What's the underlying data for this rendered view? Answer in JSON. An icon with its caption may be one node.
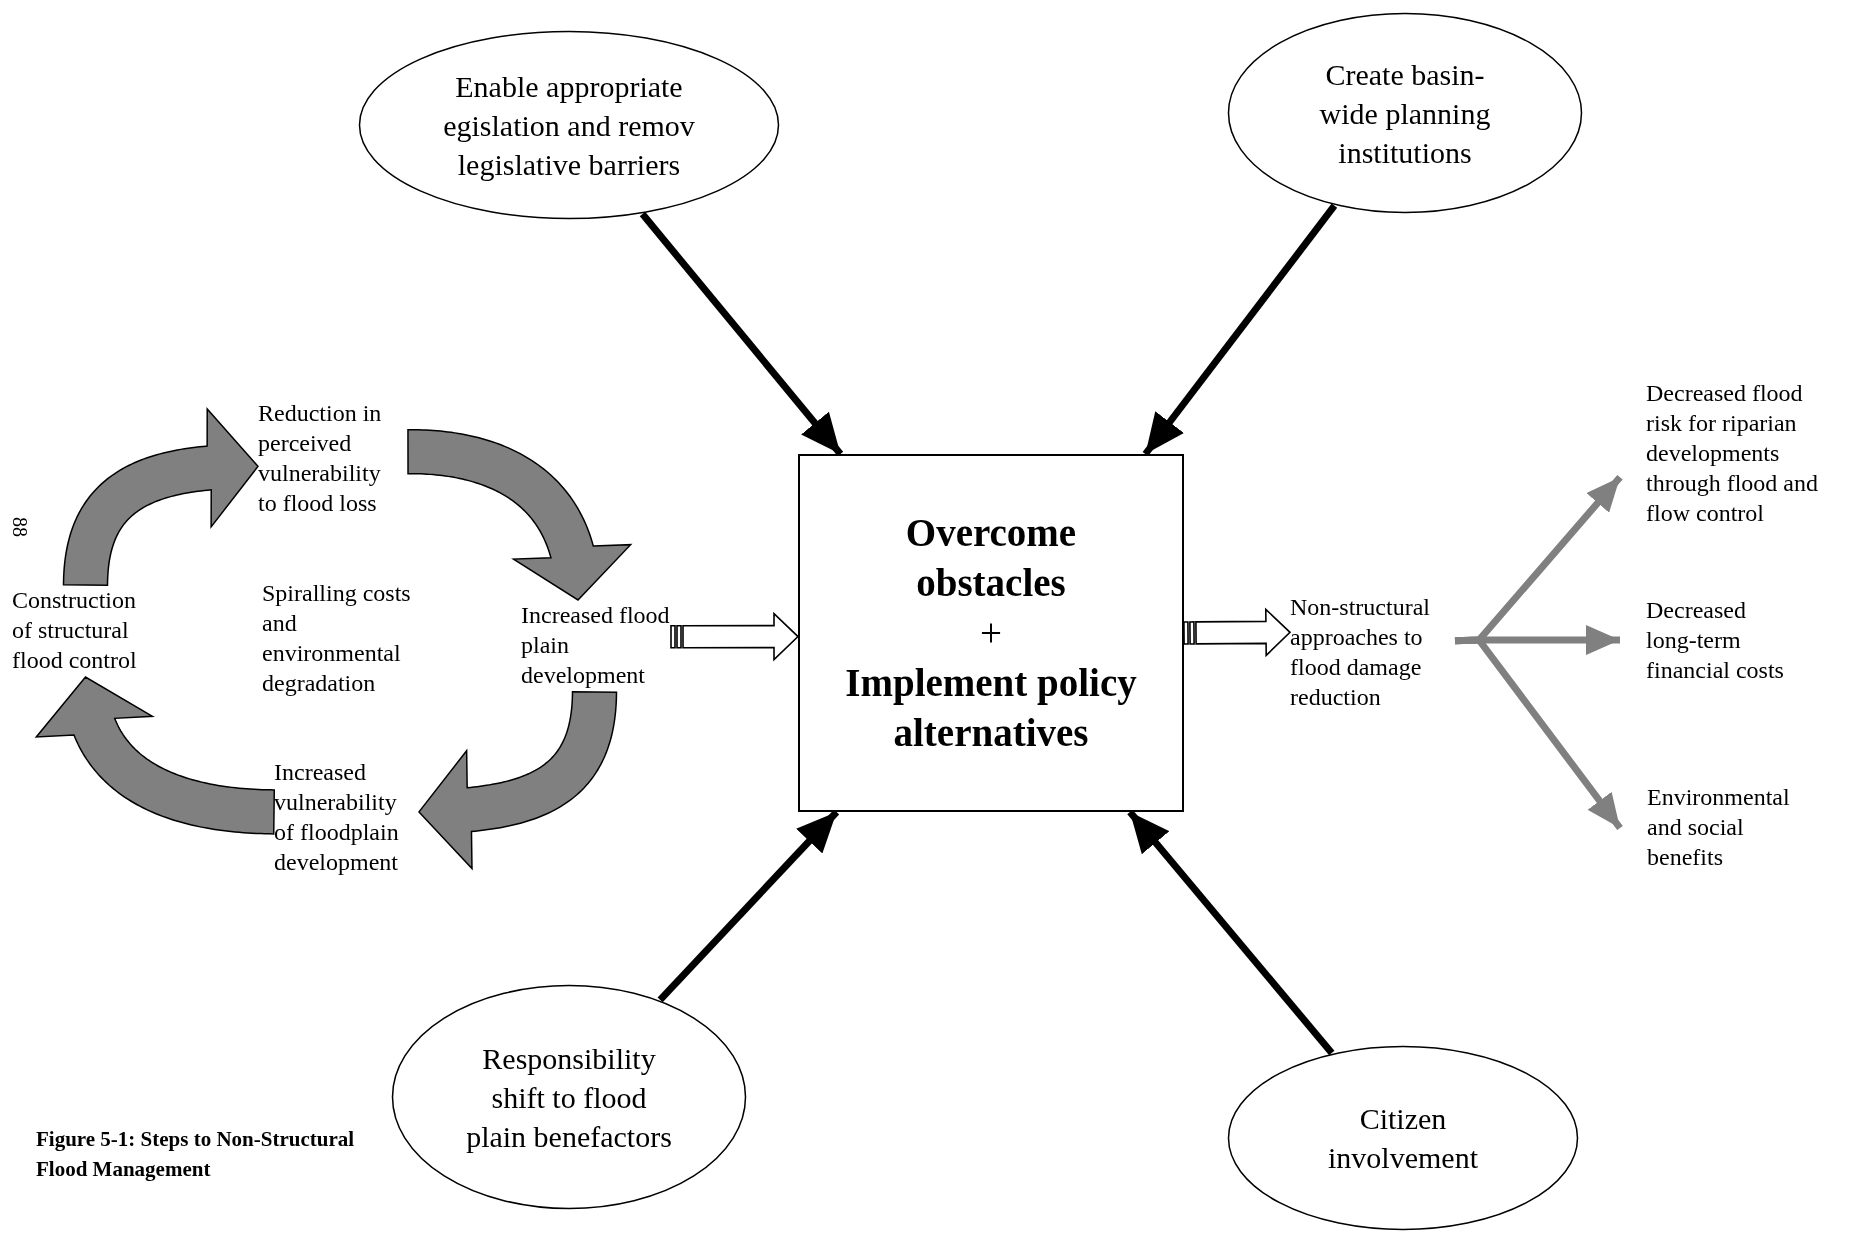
{
  "diagram": {
    "caption": "Figure 5-1: Steps to Non-Structural Flood Management",
    "nodes": [
      {
        "text": [
          "Enable appropriate egislation and remov legislative barriers"
        ]
      },
      {
        "text": [
          "Create basin- wide planning institutions"
        ]
      },
      {
        "text": [
          "Reduction in perceived vulnerability to flood loss"
        ]
      },
      {
        "text": [
          "Construction of structural flood control"
        ]
      },
      {
        "text": [
          "Increased flood plain development"
        ]
      },
      {
        "text": [
          "Increased vulnerability of floodplain development"
        ]
      },
      {
        "text": [
          "Overcome obstacles",
          "+",
          "Implement policy alternatives"
        ]
      },
      {
        "text": [
          "Non-structural approaches to flood damage reduction"
        ]
      },
      {
        "text": [
          "Decreased flood risk for riparian developments through flood and flow control"
        ]
      },
      {
        "text": [
          "Decreased long-term financial costs"
        ]
      },
      {
        "text": [
          "Environmental and social benefits"
        ]
      },
      {
        "text": [
          "Responsibility shift to flood plain benefactors"
        ]
      },
      {
        "text": [
          "Citizen involvement"
        ]
      }
    ],
    "edges": [
      {
        "from": 0,
        "to": 6,
        "arrow": "to"
      },
      {
        "from": 1,
        "to": 6,
        "arrow": "to"
      },
      {
        "from": 11,
        "to": 6,
        "arrow": "to"
      },
      {
        "from": 12,
        "to": 6,
        "arrow": "to"
      },
      {
        "from": 3,
        "to": 2,
        "arrow": "to",
        "style": "thick",
        "color": "#808080"
      },
      {
        "from": 2,
        "to": 4,
        "arrow": "to",
        "style": "thick",
        "color": "#808080"
      },
      {
        "from": 4,
        "to": 5,
        "arrow": "to",
        "style": "thick",
        "color": "#808080"
      },
      {
        "from": 5,
        "to": 3,
        "arrow": "to",
        "style": "thick",
        "color": "#808080"
      },
      {
        "from": 4,
        "to": 6,
        "arrow": "to"
      },
      {
        "from": 6,
        "to": 7,
        "arrow": "to"
      },
      {
        "from": 7,
        "to": 8,
        "arrow": "to",
        "color": "#808080"
      },
      {
        "from": 7,
        "to": 9,
        "arrow": "to",
        "color": "#808080"
      },
      {
        "from": 7,
        "to": 10,
        "arrow": "to",
        "color": "#808080"
      }
    ],
    "labels": [
      "88",
      "Spiralling costs and environmental degradation"
    ]
  }
}
